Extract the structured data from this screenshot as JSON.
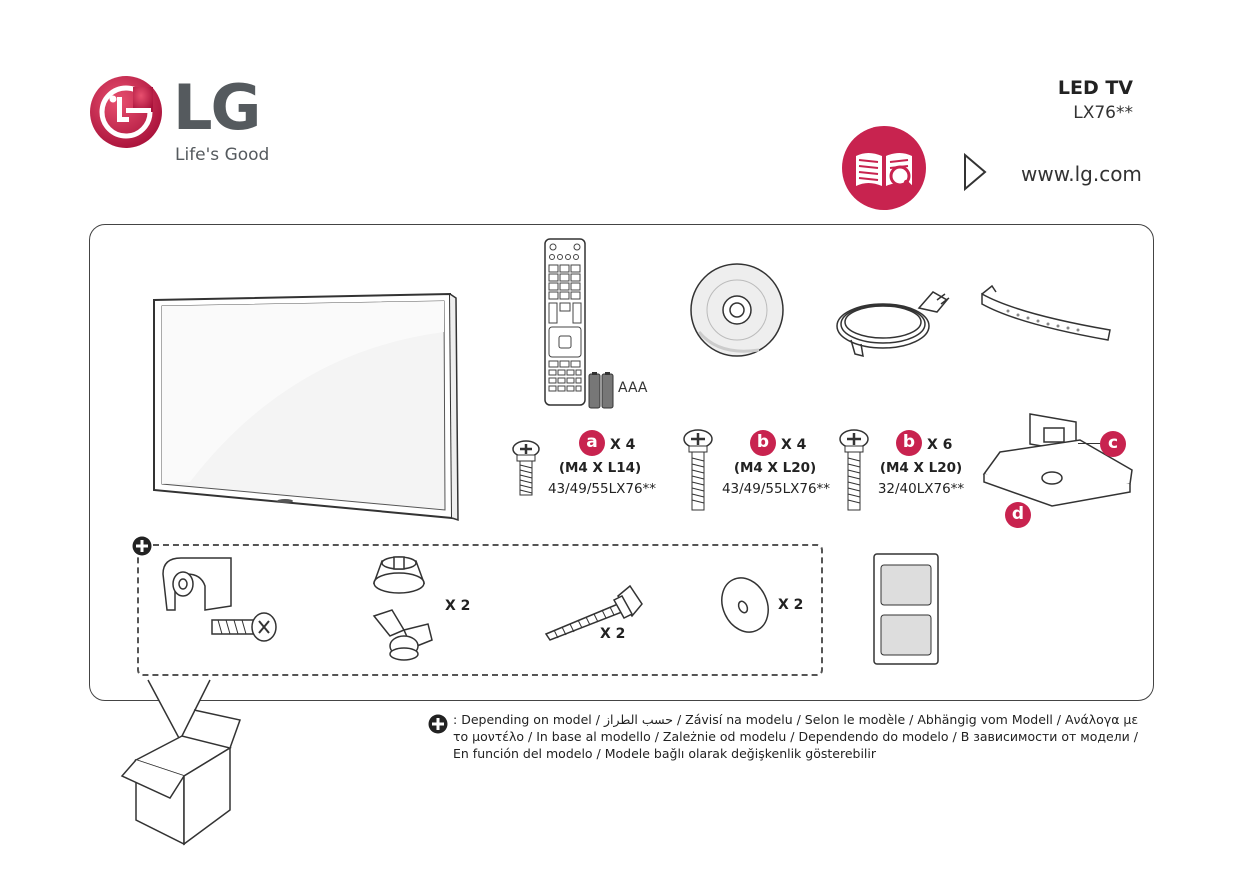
{
  "brand": {
    "logo_text": "LG",
    "tagline": "Life's Good",
    "accent_color": "#c8234f"
  },
  "product": {
    "name": "LED TV",
    "model": "LX76**",
    "website": "www.lg.com"
  },
  "icons": [
    "lg-logo-icon",
    "manual-book-icon",
    "play-arrow-icon",
    "optional-plus-icon",
    "box-icon"
  ],
  "accessories": {
    "batteries_label": "AAA",
    "screws": [
      {
        "badge": "a",
        "qty": "X 4",
        "spec": "(M4 X L14)",
        "models": "43/49/55LX76**"
      },
      {
        "badge": "b",
        "qty": "X 4",
        "spec": "(M4 X L20)",
        "models": "43/49/55LX76**"
      },
      {
        "badge": "b",
        "qty": "X 6",
        "spec": "(M4 X L20)",
        "models": "32/40LX76**"
      }
    ],
    "stand_parts": [
      "c",
      "d"
    ],
    "optional_qty": {
      "spacer": "X 2",
      "bolt": "X 2",
      "washer": "X 2"
    }
  },
  "footnote": {
    "symbol_prefix": ":",
    "text": "Depending on model / حسب الطراز / Závisí na modelu / Selon le modèle / Abhängig vom Modell / Ανάλογα με το μοντέλο / In base al modello / Zależnie od modelu / Dependendo do modelo / В зависимости от модели / En función del modelo / Modele bağlı olarak değişkenlik gösterebilir"
  }
}
